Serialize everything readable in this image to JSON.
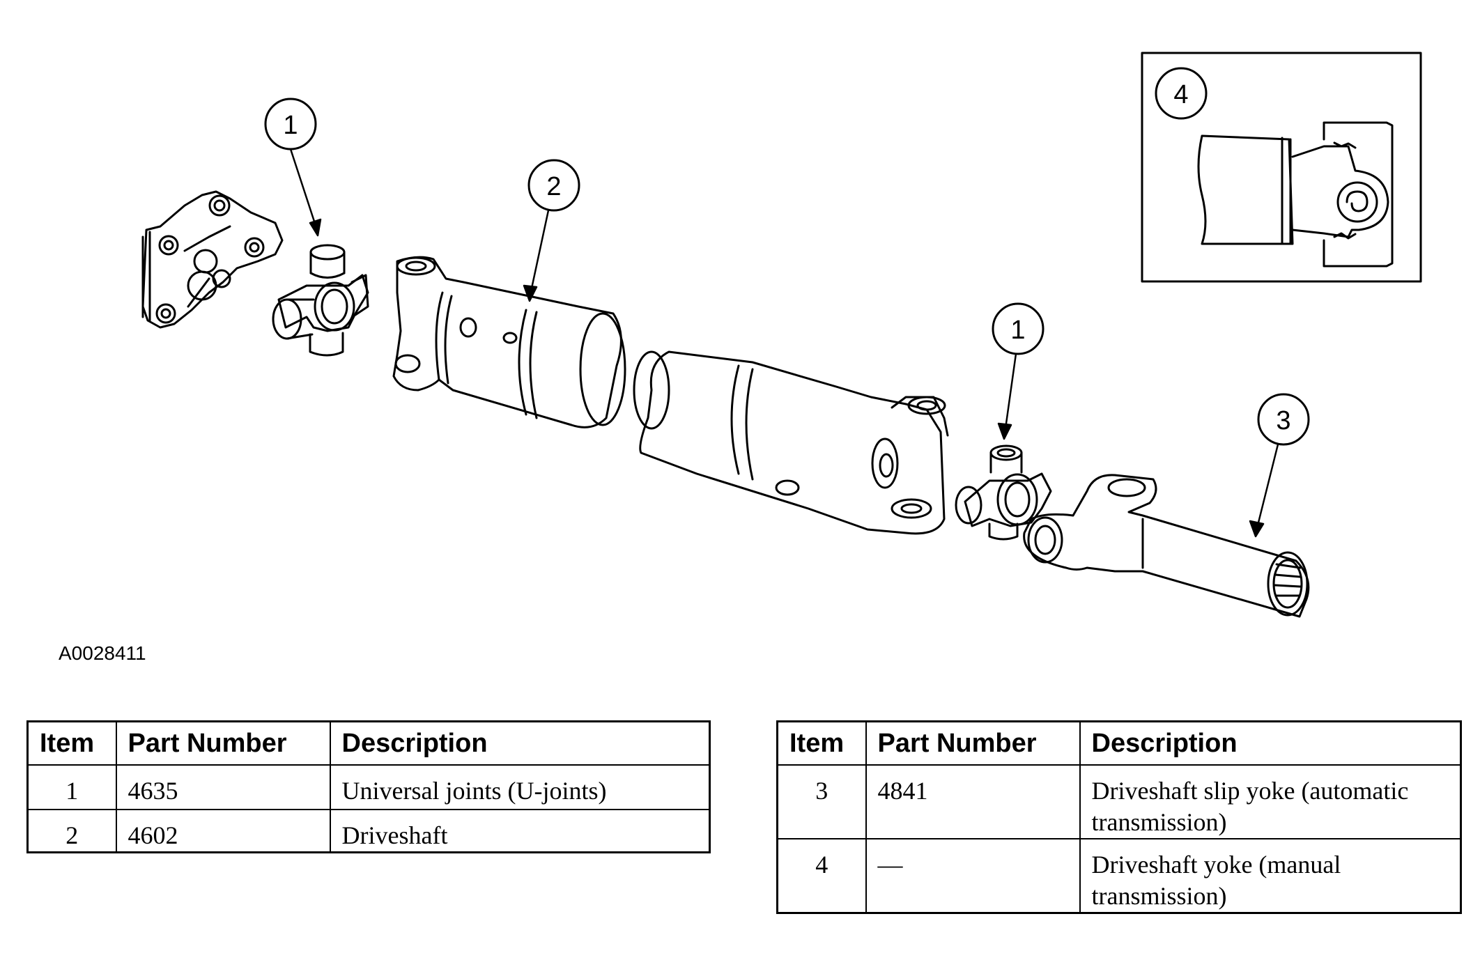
{
  "callouts": [
    {
      "label": "1"
    },
    {
      "label": "2"
    },
    {
      "label": "1"
    },
    {
      "label": "3"
    },
    {
      "label": "4"
    }
  ],
  "figure_id": "A0028411",
  "tables": [
    {
      "headers": {
        "item": "Item",
        "part_number": "Part Number",
        "description": "Description"
      },
      "rows": [
        {
          "item": "1",
          "part_number": "4635",
          "description": "Universal joints (U-joints)"
        },
        {
          "item": "2",
          "part_number": "4602",
          "description": "Driveshaft"
        }
      ]
    },
    {
      "headers": {
        "item": "Item",
        "part_number": "Part Number",
        "description": "Description"
      },
      "rows": [
        {
          "item": "3",
          "part_number": "4841",
          "description": "Driveshaft slip yoke (automatic transmission)"
        },
        {
          "item": "4",
          "part_number": "—",
          "description": "Driveshaft yoke (manual transmission)"
        }
      ]
    }
  ]
}
